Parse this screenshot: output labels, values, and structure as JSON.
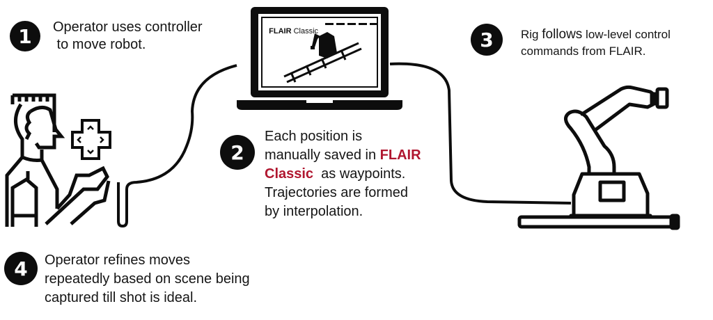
{
  "steps": [
    {
      "number": "1",
      "lines": [
        "Operator uses controller",
        " to move robot."
      ]
    },
    {
      "number": "2",
      "line1": "Each position is",
      "line2_pre": "manually saved in ",
      "line2_accent": "FLAIR",
      "line3_accent": "Classic",
      "line3_post": "  as waypoints.",
      "line4": "Trajectories are formed",
      "line5": "by interpolation."
    },
    {
      "number": "3",
      "line1_a": "Rig ",
      "line1_b": "follows",
      "line1_c": " low-level control",
      "line2": "commands from FLAIR."
    },
    {
      "number": "4",
      "lines": [
        "Operator refines moves",
        "repeatedly based on scene being",
        "captured till shot is ideal."
      ]
    }
  ],
  "laptop": {
    "screen_title_bold": "FLAIR",
    "screen_title_regular": " Classic"
  },
  "icons": {
    "operator": "operator-person-icon",
    "controller": "dpad-controller-icon",
    "laptop": "laptop-icon",
    "robot": "robot-arm-on-rail-icon"
  },
  "colors": {
    "accent": "#b0162f",
    "ink": "#0d0d0d",
    "background": "#ffffff"
  }
}
